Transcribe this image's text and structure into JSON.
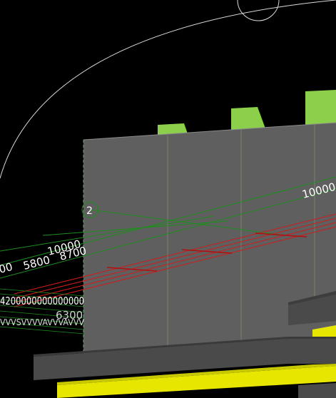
{
  "viewport": {
    "background": "#000000",
    "colors": {
      "wall": "#5f5f5f",
      "wall_dark": "#4a4a4a",
      "green_block": "#8ccf4a",
      "yellow": "#e6e600",
      "grid_line": "#1f8f1f",
      "dim_line": "#d21a1a",
      "orbit": "#d9d9d9",
      "label": "#ffffff"
    },
    "grid_marker_label": "2",
    "dimension_labels": {
      "top_right": "10000",
      "left_10000": "10000",
      "left_8700": "8700",
      "left_5800": "5800",
      "left_00": "00",
      "left_4200": "4200",
      "left_6300": "6300"
    }
  }
}
